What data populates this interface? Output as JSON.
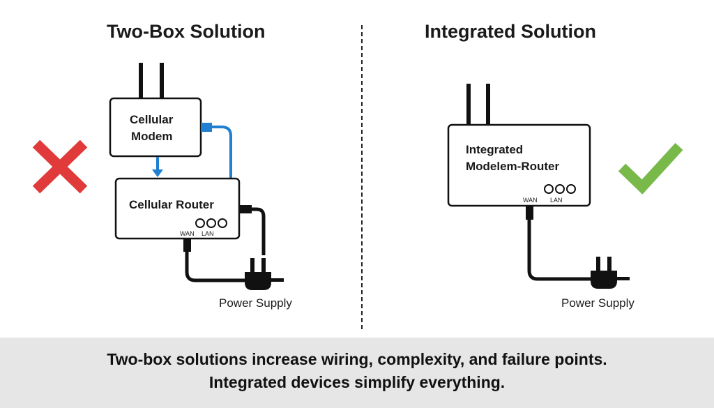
{
  "left_panel": {
    "title": "Two-Box Solution",
    "modem_label_line1": "Cellular",
    "modem_label_line2": "Modem",
    "router_label": "Cellular Router",
    "wan_label": "WAN",
    "lan_label": "LAN",
    "power_label": "Power Supply",
    "verdict_icon": "red-x-icon"
  },
  "right_panel": {
    "title": "Integrated Solution",
    "device_label_line1": "Integrated",
    "device_label_line2": "Modelem-Router",
    "wan_label": "WAN",
    "lan_label": "LAN",
    "power_label": "Power Supply",
    "verdict_icon": "green-check-icon"
  },
  "footer": {
    "line1": "Two-box solutions increase wiring, complexity, and failure points.",
    "line2": "Integrated devices simplify everything."
  },
  "colors": {
    "cross": "#e13a3a",
    "check": "#79b94a",
    "link": "#1f7fd0",
    "cable": "#111111",
    "footer_bg": "#e6e6e6"
  }
}
